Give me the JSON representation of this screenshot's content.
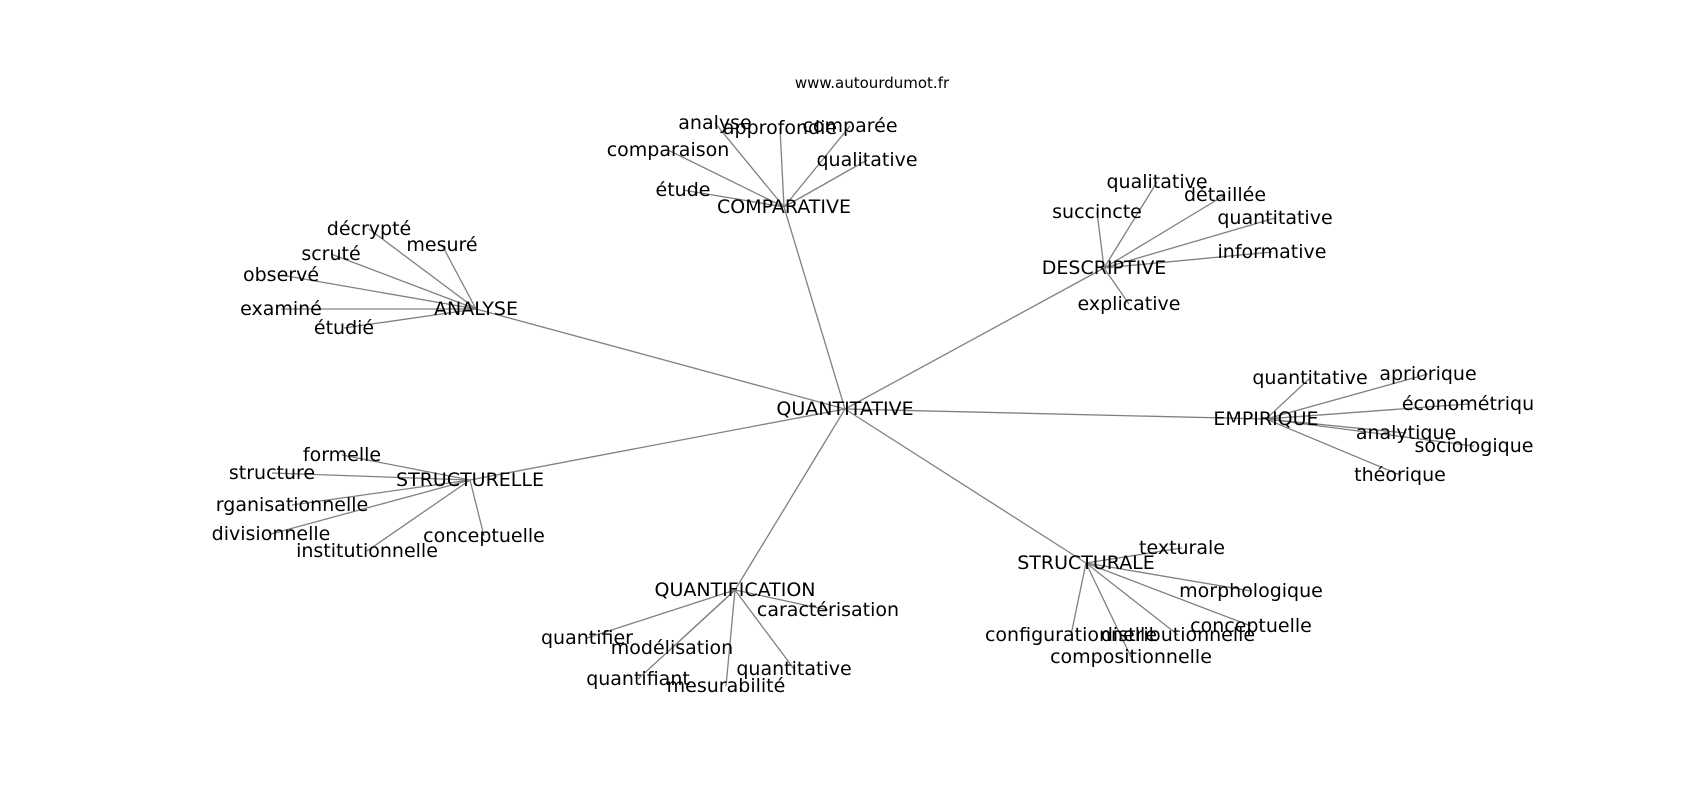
{
  "source": "www.autourdumot.fr",
  "root": "QUANTITATIVE",
  "clusters": [
    {
      "label": "COMPARATIVE",
      "children": [
        "analyse",
        "approfondie",
        "comparée",
        "comparaison",
        "qualitative",
        "étude"
      ]
    },
    {
      "label": "DESCRIPTIVE",
      "children": [
        "qualitative",
        "détaillée",
        "succincte",
        "quantitative",
        "informative",
        "explicative"
      ]
    },
    {
      "label": "ANALYSE",
      "children": [
        "décrypté",
        "mesuré",
        "scruté",
        "observé",
        "examiné",
        "étudié"
      ]
    },
    {
      "label": "EMPIRIQUE",
      "children": [
        "quantitative",
        "apriorique",
        "économétriqu",
        "analytique",
        "sociologique",
        "théorique"
      ]
    },
    {
      "label": "STRUCTURELLE",
      "children": [
        "formelle",
        "structure",
        "rganisationnelle",
        "divisionnelle",
        "institutionnelle",
        "conceptuelle"
      ]
    },
    {
      "label": "STRUCTURALE",
      "children": [
        "texturale",
        "morphologique",
        "conceptuelle",
        "configurationnelle",
        "distributionnelle",
        "compositionnelle"
      ]
    },
    {
      "label": "QUANTIFICATION",
      "children": [
        "caractérisation",
        "quantifier",
        "modélisation",
        "quantitative",
        "quantifiant",
        "mesurabilité"
      ]
    }
  ]
}
